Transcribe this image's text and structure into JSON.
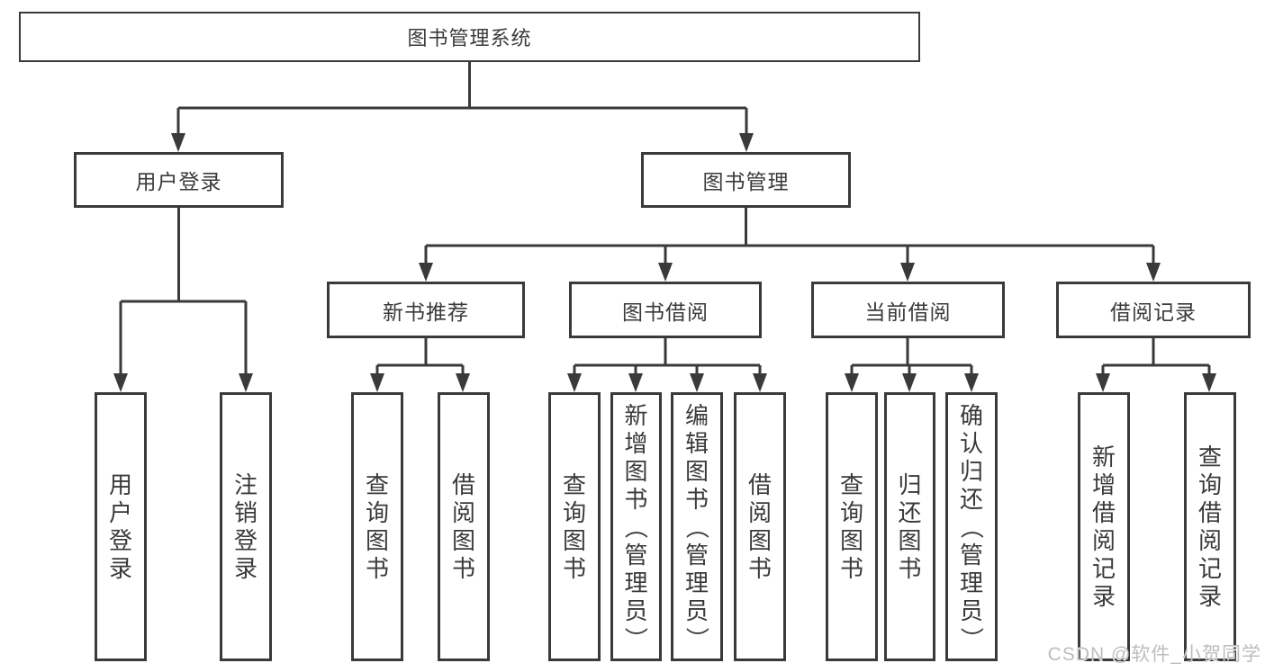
{
  "tree": {
    "root": {
      "label": "图书管理系统"
    },
    "user_branch": {
      "label": "用户登录",
      "children": [
        {
          "label": "用户登录"
        },
        {
          "label": "注销登录"
        }
      ]
    },
    "book_branch": {
      "label": "图书管理",
      "modules": [
        {
          "label": "新书推荐",
          "children": [
            {
              "label": "查询图书"
            },
            {
              "label": "借阅图书"
            }
          ]
        },
        {
          "label": "图书借阅",
          "children": [
            {
              "label": "查询图书"
            },
            {
              "label": "新增图书（管理员）"
            },
            {
              "label": "编辑图书（管理员）"
            },
            {
              "label": "借阅图书"
            }
          ]
        },
        {
          "label": "当前借阅",
          "children": [
            {
              "label": "查询图书"
            },
            {
              "label": "归还图书"
            },
            {
              "label": "确认归还（管理员）"
            }
          ]
        },
        {
          "label": "借阅记录",
          "children": [
            {
              "label": "新增借阅记录"
            },
            {
              "label": "查询借阅记录"
            }
          ]
        }
      ]
    }
  },
  "watermark": {
    "text": "CSDN @软件_小贺同学"
  },
  "colors": {
    "line": "#3a3a3a",
    "text": "#3a3a3a",
    "watermark": "#bdbdbd"
  }
}
